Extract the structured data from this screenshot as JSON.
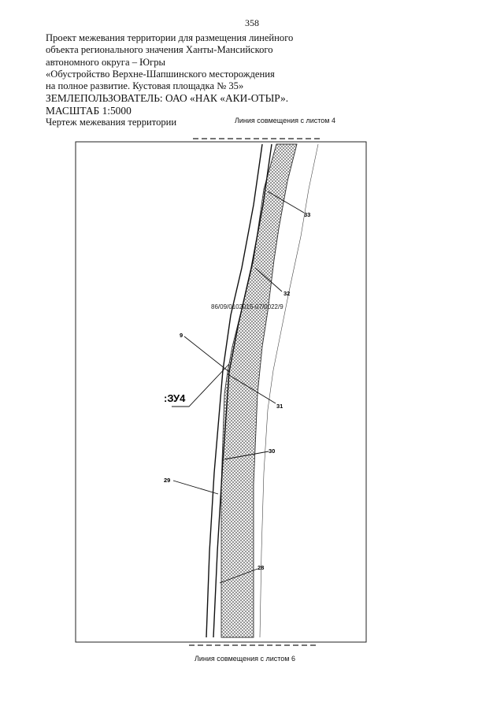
{
  "page_number": "358",
  "title": {
    "lines": [
      "Проект межевания территории для размещения линейного",
      "объекта регионального значения Ханты-Мансийского",
      "автономного округа – Югры",
      " «Обустройство Верхне-Шапшинского месторождения",
      "на полное развитие. Кустовая площадка № 35»"
    ],
    "land_user": "ЗЕМЛЕПОЛЬЗОВАТЕЛЬ: ОАО «НАК «АКИ-ОТЫР».",
    "scale": "МАСШТАБ 1:5000",
    "drawing_name": "Чертеж межевания территории"
  },
  "match_line_top": "Линия совмещения с листом 4",
  "match_line_bottom": "Линия совмещения с листом 6",
  "cadastral_number": "86/09/0102015-07/0022/9",
  "parcel_label": ":ЗУ4",
  "point_labels": {
    "p9": "9",
    "p28": "28",
    "p29": "29",
    "p30": "30",
    "p31": "31",
    "p32": "32",
    "p33": "33"
  }
}
